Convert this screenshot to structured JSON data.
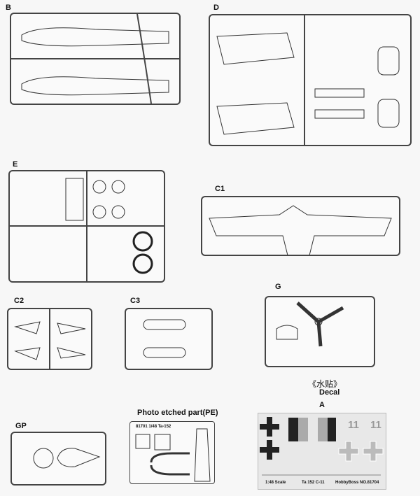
{
  "sprues": {
    "b": "B",
    "d": "D",
    "e": "E",
    "c1": "C1",
    "c2": "C2",
    "c3": "C3",
    "g": "G",
    "gp": "GP"
  },
  "pe": {
    "title": "Photo etched part(PE)",
    "code": "81701 1/48 Ta-152"
  },
  "decal": {
    "title_cn": "《水贴》",
    "title_en": "Decal",
    "sheet_label": "A",
    "scale": "1:48 Scale",
    "model": "Ta 152 C-11",
    "maker": "HobbyBoss NO.81704",
    "numerals": "11"
  }
}
